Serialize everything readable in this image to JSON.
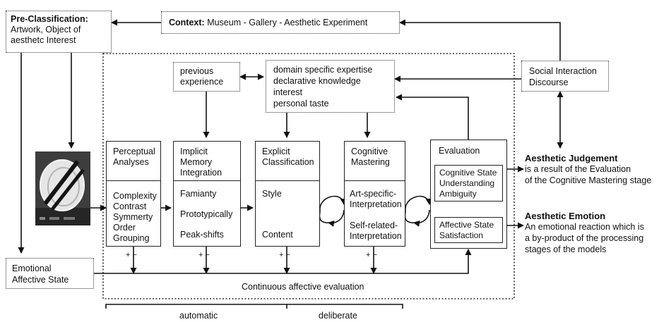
{
  "pre_classification": {
    "title": "Pre-Classification:",
    "lines": [
      "Artwork, Object of",
      "aesthetc Interest"
    ]
  },
  "context": {
    "label": "Context:",
    "text": "Museum - Gallery - Aesthetic Experiment"
  },
  "previous_experience": [
    "previous",
    "experience"
  ],
  "knowledge": [
    "domain specific expertise",
    "declarative knowledge",
    "interest",
    "personal taste"
  ],
  "social_interaction": [
    "Social Interaction",
    "Discourse"
  ],
  "stages": [
    {
      "title": [
        "Perceptual",
        "Analyses"
      ],
      "items": [
        "Complexity",
        "Contrast",
        "Symmerty",
        "Order",
        "Grouping"
      ]
    },
    {
      "title": [
        "Implicit",
        "Memory",
        "Integration"
      ],
      "items": [
        "Famianty",
        "Prototypically",
        "Peak-shifts"
      ]
    },
    {
      "title": [
        "Explicit",
        "Classification"
      ],
      "items": [
        "Style",
        "Content"
      ]
    },
    {
      "title": [
        "Cognitive",
        "Mastering"
      ],
      "items": [
        "Art-specific-",
        "Interpretation",
        "Self-related-",
        "Interpretation"
      ]
    }
  ],
  "evaluation": {
    "title": "Evaluation",
    "cognitive_state": [
      "Cognitive State",
      "Understanding",
      "Ambiguity"
    ],
    "affective_state": [
      "Affective State",
      "Satisfaction"
    ]
  },
  "aesthetic_judgement": {
    "title": "Aesthetic Judgement",
    "lines": [
      "is a result of the Evaluation",
      "of the Cognitive Mastering stage"
    ]
  },
  "aesthetic_emotion": {
    "title": "Aesthetic Emotion",
    "lines": [
      "An emotional reaction which is",
      "a by-product of the processing",
      "stages of the models"
    ]
  },
  "emotional_state": [
    "Emotional",
    "Affective State"
  ],
  "plus_minus": "+ −",
  "continuous": "Continuous affective evaluation",
  "phases": {
    "automatic": "automatic",
    "deliberate": "deliberate"
  },
  "artwork_image": "artwork-photo"
}
